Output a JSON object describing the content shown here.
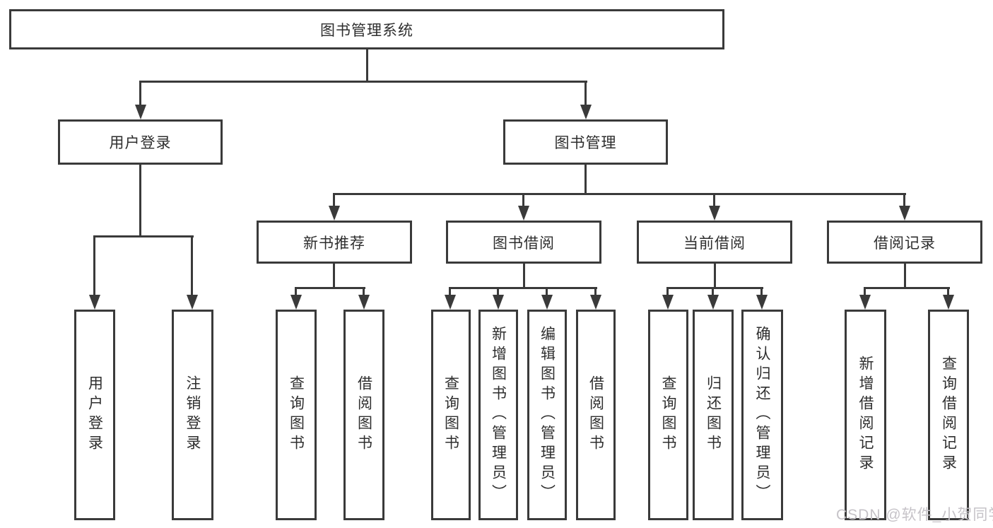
{
  "colors": {
    "line": "#3a3a3a",
    "border": "#3a3a3a",
    "text": "#2e2e2e",
    "watermark": "#c6c3c8",
    "background": "#ffffff"
  },
  "diagram": {
    "title": "图书管理系统",
    "branches": [
      {
        "label": "用户登录",
        "leaves": [
          "用户登录",
          "注销登录"
        ]
      },
      {
        "label": "图书管理",
        "groups": [
          {
            "label": "新书推荐",
            "leaves": [
              "查询图书",
              "借阅图书"
            ]
          },
          {
            "label": "图书借阅",
            "leaves": [
              "查询图书",
              "新增图书（管理员）",
              "编辑图书（管理员）",
              "借阅图书"
            ]
          },
          {
            "label": "当前借阅",
            "leaves": [
              "查询图书",
              "归还图书",
              "确认归还（管理员）"
            ]
          },
          {
            "label": "借阅记录",
            "leaves": [
              "新增借阅记录",
              "查询借阅记录"
            ]
          }
        ]
      }
    ]
  },
  "watermark": {
    "text": "CSDN @软件_小贺同学"
  }
}
